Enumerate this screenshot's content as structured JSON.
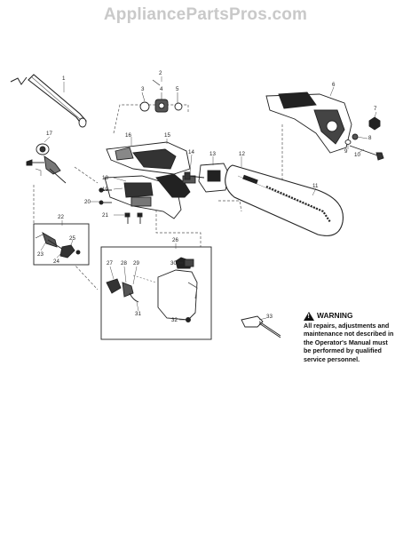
{
  "header": {
    "site_name": "AppliancePartsPros.com"
  },
  "parts": [
    {
      "n": "1"
    },
    {
      "n": "2"
    },
    {
      "n": "3"
    },
    {
      "n": "4"
    },
    {
      "n": "5"
    },
    {
      "n": "6"
    },
    {
      "n": "7"
    },
    {
      "n": "8"
    },
    {
      "n": "9"
    },
    {
      "n": "10"
    },
    {
      "n": "11"
    },
    {
      "n": "12"
    },
    {
      "n": "13"
    },
    {
      "n": "14"
    },
    {
      "n": "15"
    },
    {
      "n": "16"
    },
    {
      "n": "17"
    },
    {
      "n": "18"
    },
    {
      "n": "19"
    },
    {
      "n": "20"
    },
    {
      "n": "21"
    },
    {
      "n": "22"
    },
    {
      "n": "23"
    },
    {
      "n": "24"
    },
    {
      "n": "25"
    },
    {
      "n": "26"
    },
    {
      "n": "27"
    },
    {
      "n": "28"
    },
    {
      "n": "29"
    },
    {
      "n": "30"
    },
    {
      "n": "31"
    },
    {
      "n": "32"
    },
    {
      "n": "33"
    }
  ],
  "warning": {
    "title": "WARNING",
    "line1": "All repairs, adjustments and",
    "line2": "maintenance not described in",
    "line3": "the Operator's Manual must",
    "line4": "be performed by qualified",
    "line5": "service personnel."
  }
}
